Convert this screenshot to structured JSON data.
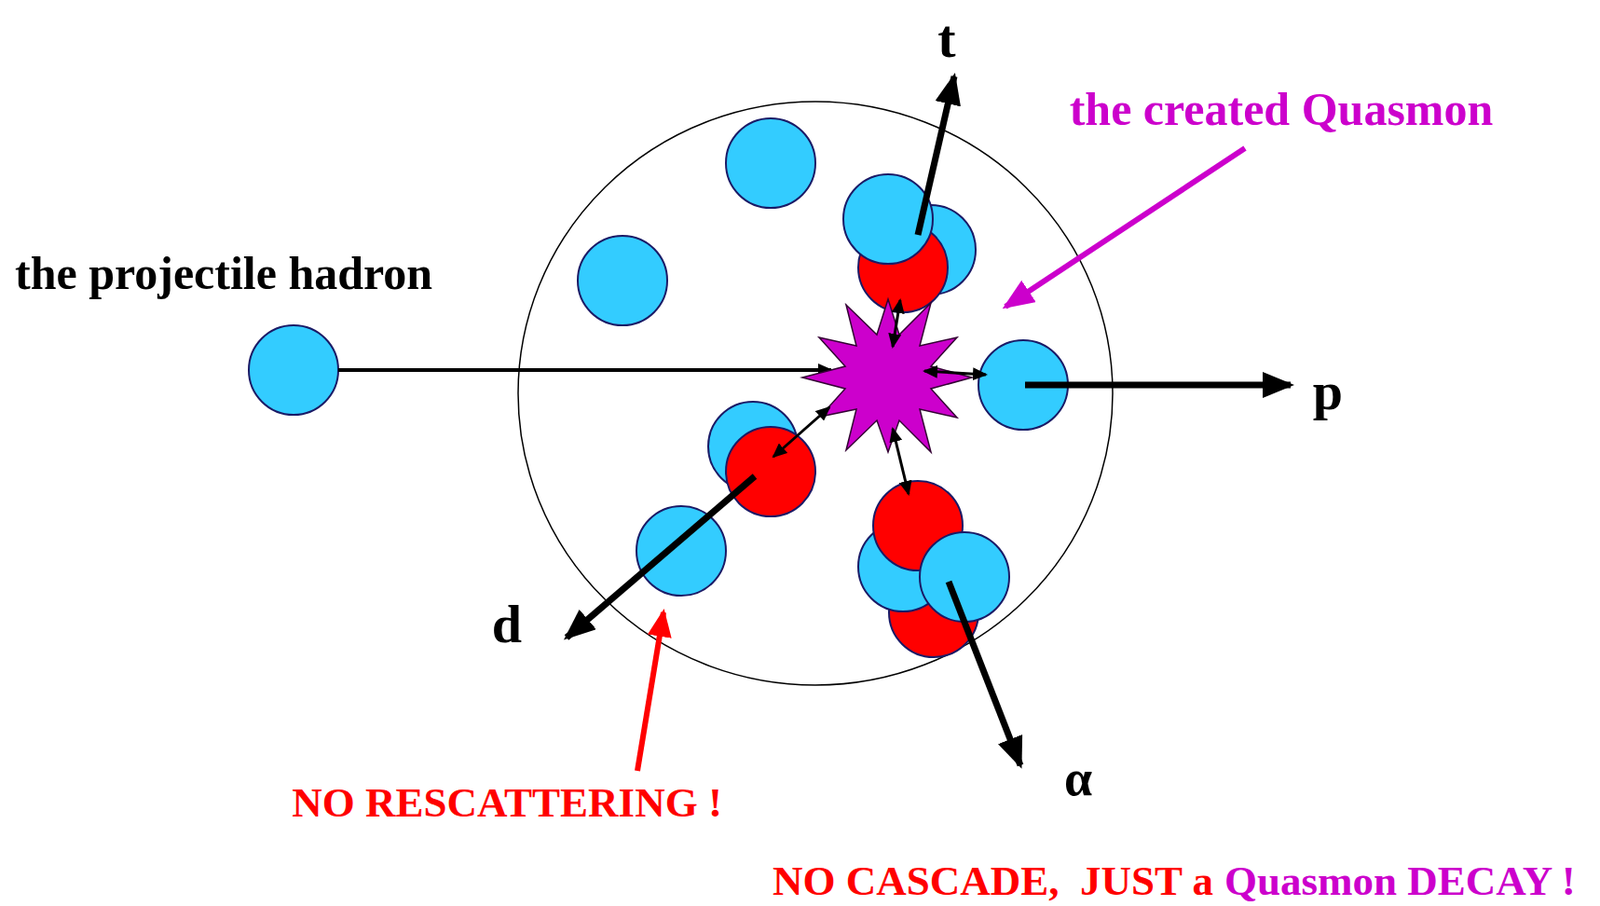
{
  "diagram": {
    "labels": [
      "t",
      "the created Quasmon",
      "the projectile hadron",
      "p",
      "d",
      "α",
      "NO RESCATTERING !",
      "NO CASCADE,  JUST a",
      "Quasmon DECAY !"
    ]
  }
}
